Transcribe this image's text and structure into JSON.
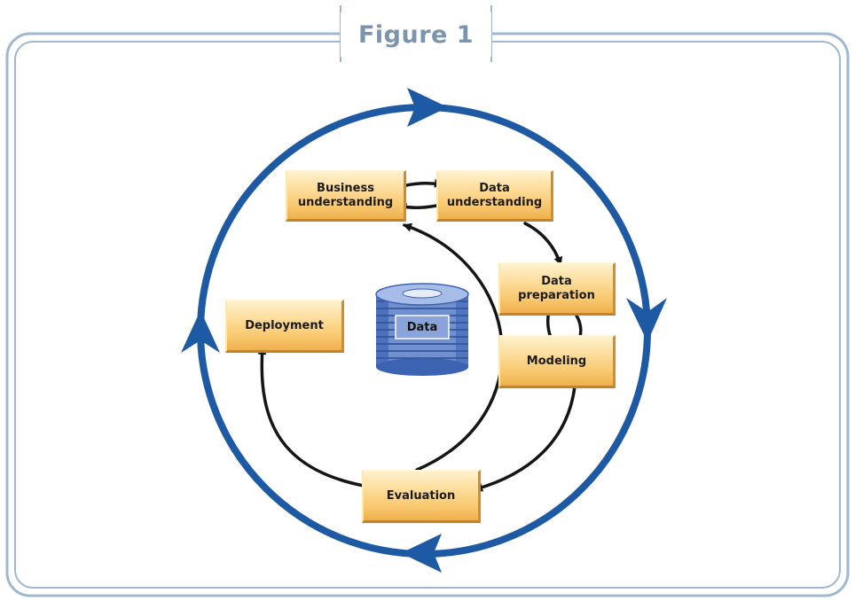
{
  "figure": {
    "title": "Figure 1"
  },
  "diagram": {
    "center": {
      "label": "Data"
    },
    "phases": {
      "business_understanding": "Business\nunderstanding",
      "data_understanding": "Data\nunderstanding",
      "data_preparation": "Data\npreparation",
      "modeling": "Modeling",
      "evaluation": "Evaluation",
      "deployment": "Deployment"
    }
  },
  "colors": {
    "frame_border": "#9fb8d0",
    "outer_cycle": "#1e5aa3",
    "inner_arrows": "#151515",
    "box_fill": "#f9c971",
    "title_text": "#7c95ae"
  }
}
